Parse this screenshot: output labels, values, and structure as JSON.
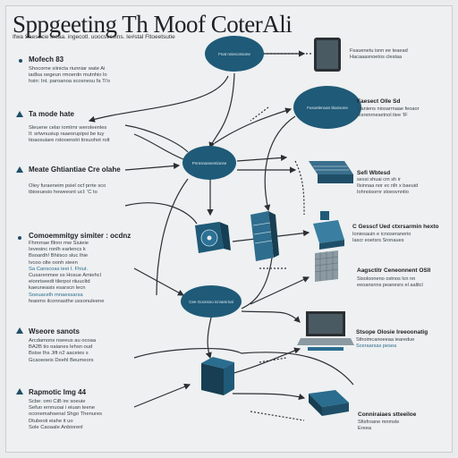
{
  "title": "Sppgeeting Th Moof CoterAli",
  "subtitle": "Ifwa Saesocie ineaa. ingecotl. uoocsvceins. Ie#stal Fltoeetsutie",
  "left_sections": [
    {
      "heading": "Mofech 83",
      "lines": [
        "Shocorne siinicta riunniar wate Ai",
        "iadlsa oegeun rmoerdn mutnhio lo",
        "hsin: Int. paroanoa scosnesu fa Ti'o"
      ]
    },
    {
      "heading": "Ta mode hate",
      "lines": [
        "Sleuene celar iomlrnr weroleenles",
        "Il: srtwnusiup raaesrupipsi be tuy",
        "tioaosuiare rstooenstri tirsuohot rolt"
      ]
    },
    {
      "heading": "Meate Ghtiantiae Cre olahe",
      "lines": [
        "Oley furaeneim psiel ocf prrte sco",
        "tbioeuesio heweesnt ucl: 'C to"
      ]
    },
    {
      "heading": "Comoemmitgy simiter : ocdnz",
      "lines": [
        "Fhmrnae fllnnr mw Siuieie",
        "Ievesinc ronlh earlencs k",
        "Bsoardh! Bhiisco sluc lhie",
        "Ivcoo olte oonh sieen",
        "Sa Canscoas ieei I. Fhiut.",
        "Cusarenmee ss Hosue Amiehcl",
        "eionriseedt tilerpoi riiuucltd",
        "kaeuneasis esarscn lecn",
        "Soeuacelh mnaessarsa",
        "feaoms ilconnasthe ussonuleene"
      ]
    },
    {
      "heading": "Wseore sanots",
      "lines": [
        "Arcdamons nseeus au ocoaa",
        "BA2B tio oaianes lehsn oud",
        "Bsise Ihs Jift n2 aaceies s",
        "Gcaoeoeis Deehl Beumeors"
      ]
    },
    {
      "heading": "Rapmotic lmg 44",
      "lines": [
        "Scbe: omi CiB ire soeuie",
        "Sefuo ernnuoai i eiuan teene",
        "oconemahsenal Shgo Thenures",
        "Dtubeoii eiahe it uo",
        "Sole Caoaale Anbiorenl"
      ]
    }
  ],
  "ellipses": [
    {
      "label": "Fnat nnieconsone"
    },
    {
      "label": "Fusoelenoan tbansone"
    },
    {
      "label": "Pnresnansentionse"
    },
    {
      "label": "Cee Gocnsno icrvamrnal"
    }
  ],
  "right_labels": [
    {
      "heading": "",
      "lines": [
        "Fsauenetu isnn ee teaead",
        "Hacaaasnoetos clestaa"
      ]
    },
    {
      "heading": "Faesect Olle Sd",
      "lines": [
        "Tianiens niosarrnaae feoaor",
        "Iesrenrnesetnol itee 'IF"
      ]
    },
    {
      "heading": "Sefi Wbtesd",
      "lines": [
        "sessi shuai cm sh ir",
        "Ilsinnaa nor ec nlh x baeuid",
        "Iohnoisornr stoesvnntio"
      ]
    },
    {
      "heading": "C Gesscf Ued ctxrsarmin hexto",
      "lines": [
        "Ioniesauin e icnoseranerio",
        "Iascr eoetsrs Sronaues"
      ]
    },
    {
      "heading": "Aagsctitr Ceneonnent OSIl",
      "lines": [
        "Sisolooneno ostnos lcn nn",
        "eeoansnns peanesrs el aalitcl"
      ]
    },
    {
      "heading": "Stsope Olosie Ireeoonatig",
      "lines": [
        "Sthoimcanoeeaa iearedue",
        "Sceraarsas pesea"
      ]
    },
    {
      "heading": "Conniraiaes stteeiloe",
      "lines": [
        "Sfisfroane mnmsle",
        "Ereea"
      ]
    }
  ],
  "colors": {
    "node_blue": "#1f5a78",
    "accent": "#2a6d8f",
    "line": "#2b2f33"
  }
}
